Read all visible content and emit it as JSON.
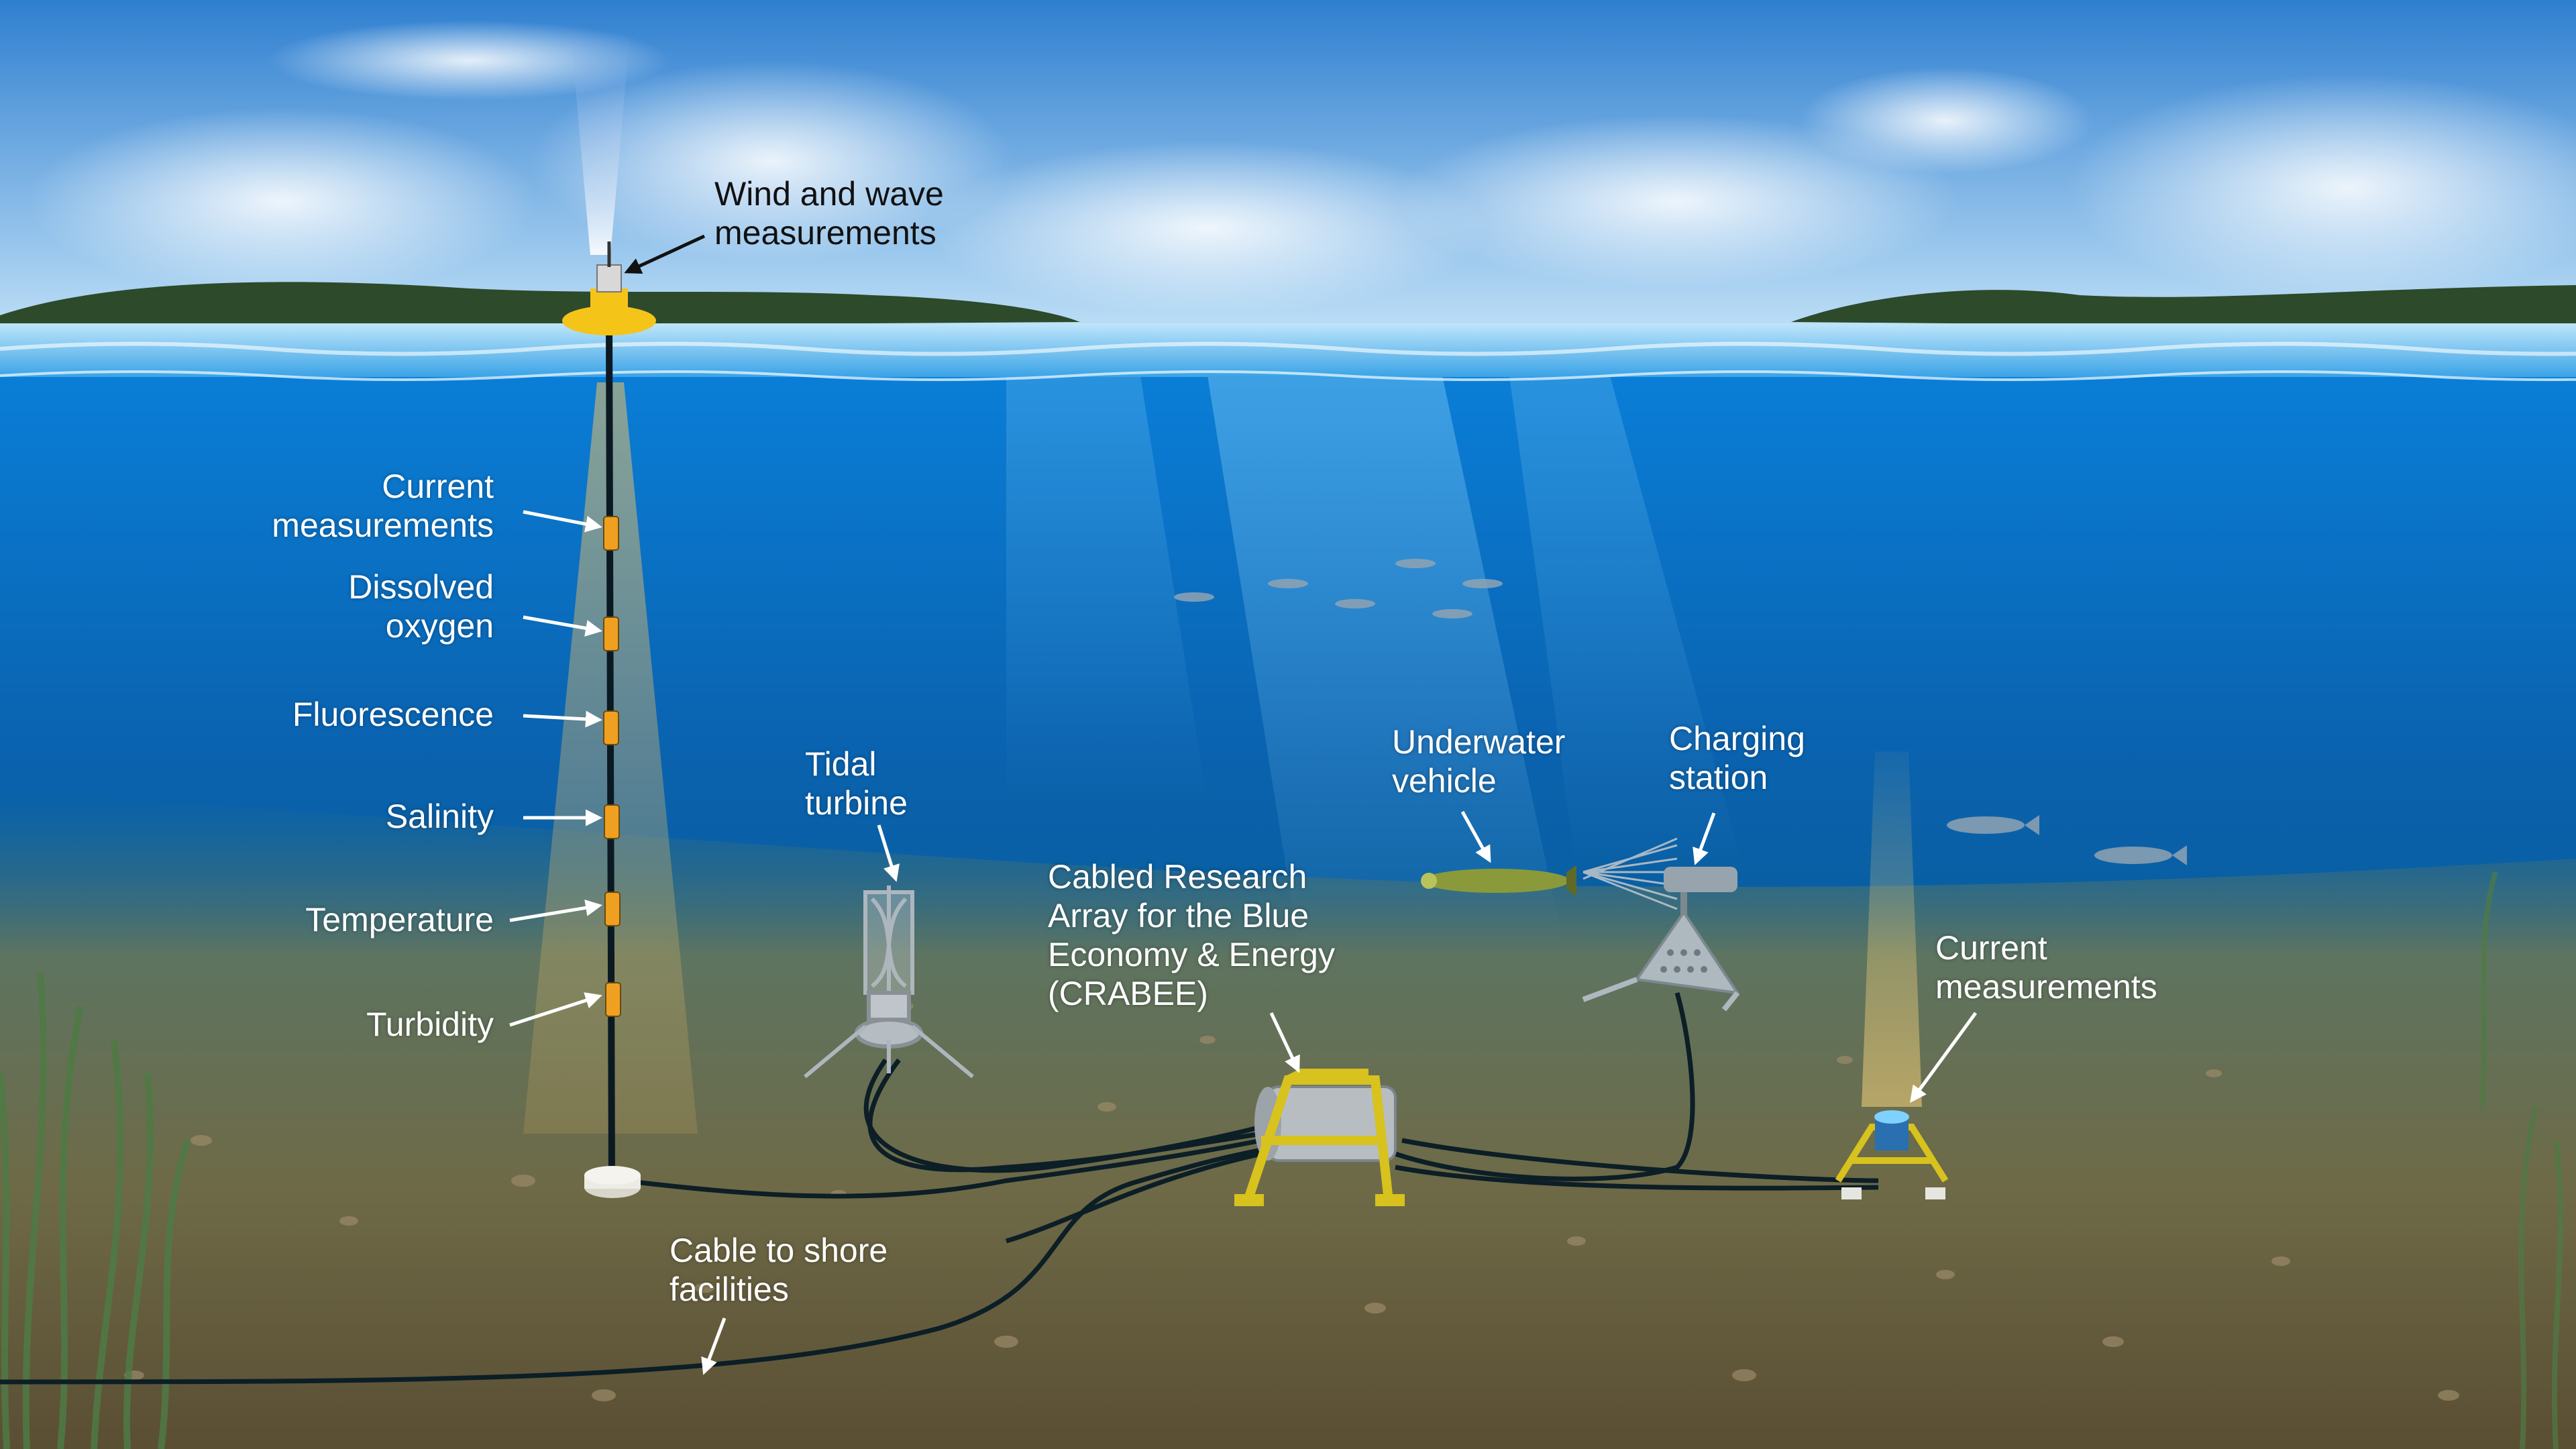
{
  "labels": {
    "wind_wave": "Wind and wave\nmeasurements",
    "current_top": "Current\nmeasurements",
    "dissolved_oxygen": "Dissolved\noxygen",
    "fluorescence": "Fluorescence",
    "salinity": "Salinity",
    "temperature": "Temperature",
    "turbidity": "Turbidity",
    "tidal_turbine": "Tidal\nturbine",
    "crabee": "Cabled Research\nArray for the Blue\nEconomy & Energy\n(CRABEE)",
    "underwater_vehicle": "Underwater\nvehicle",
    "charging_station": "Charging\nstation",
    "current_bottom": "Current\nmeasurements",
    "cable_to_shore": "Cable to shore\nfacilities"
  },
  "colors": {
    "sky_top": "#2f7fd0",
    "sky_bottom": "#bfe0f7",
    "water_top": "#0a7fd8",
    "water_deep": "#06457f",
    "seabed": "#6e6a47",
    "buoy": "#f4c419",
    "sensor": "#f0a020",
    "cable": "#0c1e26",
    "frame_yellow": "#d8c21d",
    "vehicle": "#8a9a3a"
  }
}
